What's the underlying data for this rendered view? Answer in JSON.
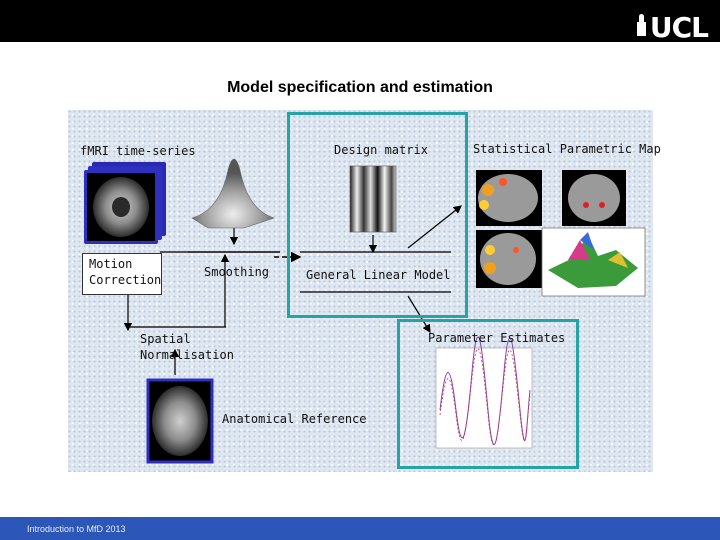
{
  "header": {
    "logo_text": "UCL"
  },
  "slide": {
    "title": "Model specification and estimation"
  },
  "diagram": {
    "fmri_label": "fMRI time-series",
    "design_matrix_label": "Design matrix",
    "spm_label": "Statistical Parametric Map",
    "motion_correction_label_1": "Motion",
    "motion_correction_label_2": "Correction",
    "smoothing_label": "Smoothing",
    "glm_label": "General Linear Model",
    "spatial_norm_label_1": "Spatial",
    "spatial_norm_label_2": "Normalisation",
    "anatomical_reference_label": "Anatomical Reference",
    "parameter_estimates_label": "Parameter Estimates"
  },
  "footer": {
    "text": "Introduction to MfD 2013"
  },
  "colors": {
    "teal_frame": "#27a2a6",
    "footer_bar": "#2c57b8",
    "background_pattern": "#dfe7f1"
  }
}
